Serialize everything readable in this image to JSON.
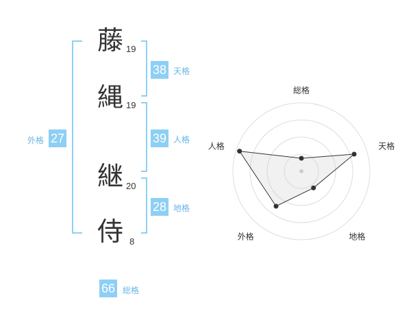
{
  "characters": [
    {
      "char": "藤",
      "strokes": "19"
    },
    {
      "char": "縄",
      "strokes": "19"
    },
    {
      "char": "継",
      "strokes": "20"
    },
    {
      "char": "侍",
      "strokes": "8"
    }
  ],
  "kaku": {
    "tenkaku": {
      "label": "天格",
      "value": "38"
    },
    "jinkaku": {
      "label": "人格",
      "value": "39"
    },
    "chikaku": {
      "label": "地格",
      "value": "28"
    },
    "gaikaku": {
      "label": "外格",
      "value": "27"
    },
    "soukaku": {
      "label": "総格",
      "value": "66"
    }
  },
  "colors": {
    "accent": "#8dcff5",
    "bracket": "#67b7e5",
    "text": "#333333"
  },
  "chart_data": {
    "type": "radar",
    "axes": [
      "総格",
      "天格",
      "地格",
      "外格",
      "人格"
    ],
    "values": [
      0.19,
      0.81,
      0.3,
      0.63,
      0.95
    ],
    "range": [
      0,
      1
    ],
    "rings": 4
  }
}
